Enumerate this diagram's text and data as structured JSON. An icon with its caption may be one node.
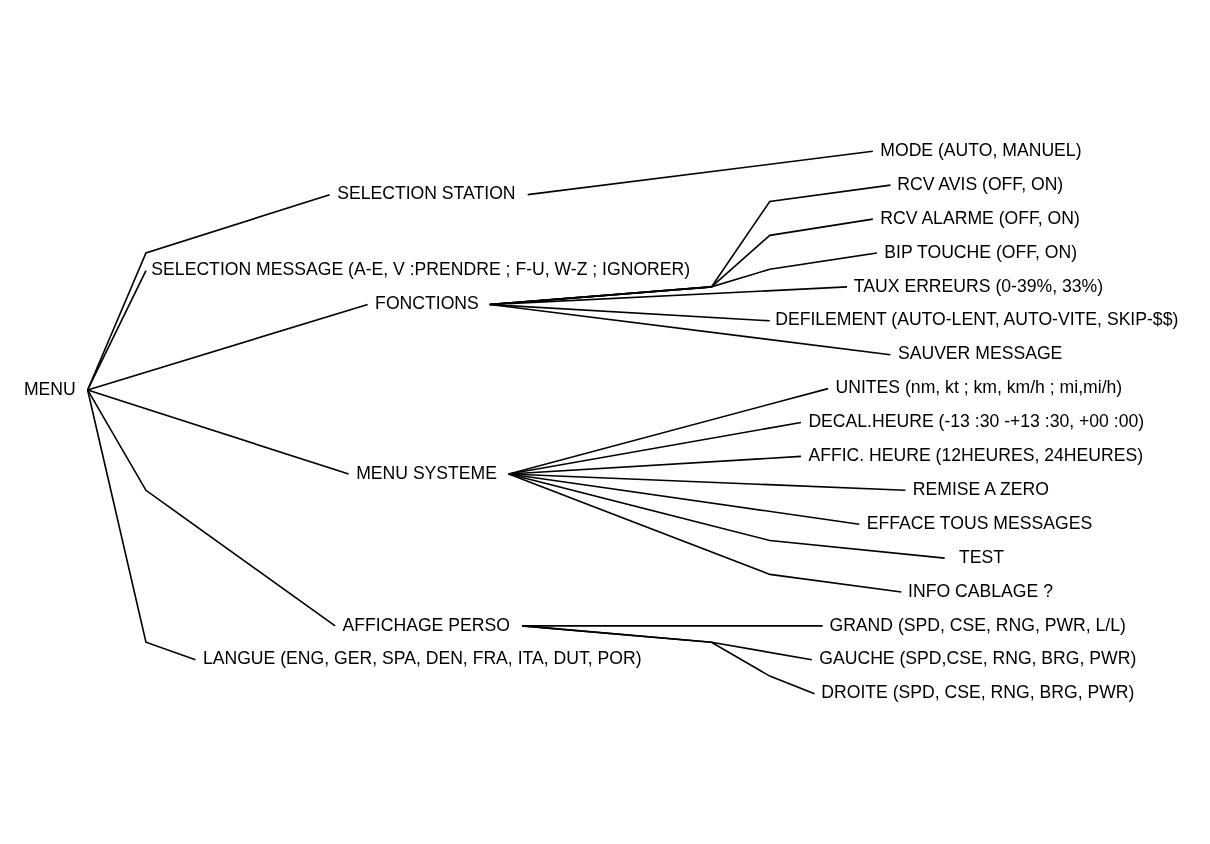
{
  "diagram": {
    "nodes": [
      {
        "text": [
          "MENU"
        ]
      },
      {
        "text": [
          "SELECTION STATION"
        ]
      },
      {
        "text": [
          "MODE (AUTO, MANUEL)"
        ]
      },
      {
        "text": [
          "SELECTION MESSAGE (A-E, V :PRENDRE ; F-U, W-Z ; IGNORER)"
        ]
      },
      {
        "text": [
          "FONCTIONS"
        ]
      },
      {
        "text": [
          "RCV AVIS (OFF, ON)"
        ]
      },
      {
        "text": [
          "RCV ALARME (OFF, ON)"
        ]
      },
      {
        "text": [
          "BIP TOUCHE (OFF, ON)"
        ]
      },
      {
        "text": [
          "TAUX ERREURS (0-39%, 33%)"
        ]
      },
      {
        "text": [
          "DEFILEMENT (AUTO-LENT, AUTO-VITE, SKIP-$$)"
        ]
      },
      {
        "text": [
          "SAUVER MESSAGE"
        ]
      },
      {
        "text": [
          "MENU SYSTEME"
        ]
      },
      {
        "text": [
          "UNITES (nm, kt ; km, km/h ; mi,mi/h)"
        ]
      },
      {
        "text": [
          "DECAL.HEURE (-13 :30 -+13 :30, +00 :00)"
        ]
      },
      {
        "text": [
          "AFFIC. HEURE (12HEURES, 24HEURES)"
        ]
      },
      {
        "text": [
          "REMISE A ZERO"
        ]
      },
      {
        "text": [
          "EFFACE TOUS MESSAGES"
        ]
      },
      {
        "text": [
          "TEST"
        ]
      },
      {
        "text": [
          "INFO CABLAGE ?"
        ]
      },
      {
        "text": [
          "AFFICHAGE PERSO"
        ]
      },
      {
        "text": [
          "GRAND (SPD, CSE, RNG, PWR, L/L)"
        ]
      },
      {
        "text": [
          "GAUCHE (SPD,CSE, RNG, BRG, PWR)"
        ]
      },
      {
        "text": [
          "DROITE (SPD, CSE, RNG, BRG, PWR)"
        ]
      },
      {
        "text": [
          "LANGUE (ENG, GER, SPA, DEN, FRA, ITA, DUT, POR)"
        ]
      }
    ],
    "edges": [
      {
        "from": 0,
        "to": 1,
        "arrow": "none"
      },
      {
        "from": 1,
        "to": 2,
        "arrow": "none"
      },
      {
        "from": 0,
        "to": 3,
        "arrow": "none"
      },
      {
        "from": 0,
        "to": 4,
        "arrow": "none"
      },
      {
        "from": 4,
        "to": 5,
        "arrow": "none"
      },
      {
        "from": 4,
        "to": 6,
        "arrow": "none"
      },
      {
        "from": 4,
        "to": 7,
        "arrow": "none"
      },
      {
        "from": 4,
        "to": 8,
        "arrow": "none"
      },
      {
        "from": 4,
        "to": 9,
        "arrow": "none"
      },
      {
        "from": 4,
        "to": 10,
        "arrow": "none"
      },
      {
        "from": 0,
        "to": 11,
        "arrow": "none"
      },
      {
        "from": 11,
        "to": 12,
        "arrow": "none"
      },
      {
        "from": 11,
        "to": 13,
        "arrow": "none"
      },
      {
        "from": 11,
        "to": 14,
        "arrow": "none"
      },
      {
        "from": 11,
        "to": 15,
        "arrow": "none"
      },
      {
        "from": 11,
        "to": 16,
        "arrow": "none"
      },
      {
        "from": 11,
        "to": 17,
        "arrow": "none"
      },
      {
        "from": 11,
        "to": 18,
        "arrow": "none"
      },
      {
        "from": 0,
        "to": 19,
        "arrow": "none"
      },
      {
        "from": 19,
        "to": 20,
        "arrow": "none"
      },
      {
        "from": 19,
        "to": 21,
        "arrow": "none"
      },
      {
        "from": 19,
        "to": 22,
        "arrow": "none"
      },
      {
        "from": 0,
        "to": 23,
        "arrow": "none"
      }
    ]
  }
}
